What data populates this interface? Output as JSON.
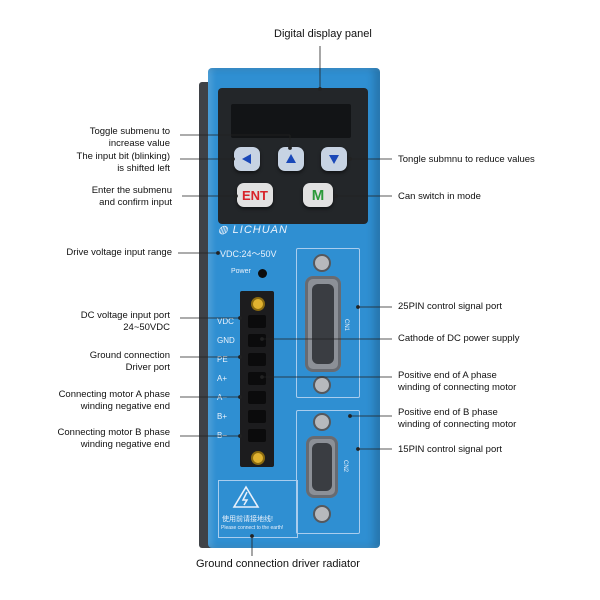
{
  "title": "Digital display panel",
  "device": {
    "brand": "LICHUAN",
    "vdc_label": "VDC:24～50V",
    "power_label": "Power",
    "buttons": {
      "ent": "ENT",
      "m": "M"
    },
    "terminal_labels": [
      "VDC",
      "GND",
      "PE",
      "A+",
      "A−",
      "B+",
      "B−"
    ],
    "cn1": "CN1",
    "cn2": "CN2",
    "warning_cn": "使用前请接地线!",
    "warning_en": "Please connect to the earth!"
  },
  "left_labels": {
    "toggle_increase": "Toggle submenu to\nincrease value",
    "shift_left": "The input bit (blinking)\nis shifted left",
    "enter_submenu": "Enter the submenu\nand confirm input",
    "drive_voltage": "Drive voltage input range",
    "dc_port": "DC voltage input port\n24~50VDC",
    "ground_port": "Ground connection\nDriver port",
    "motor_a_neg": "Connecting motor A phase\nwinding negative end",
    "motor_b_neg": "Connecting motor B phase\nwinding negative end"
  },
  "right_labels": {
    "reduce": "Tongle submnu to reduce values",
    "mode": "Can switch in mode",
    "pin25": "25PIN control signal port",
    "cathode": "Cathode of DC power supply",
    "a_pos": "Positive end of A phase\nwinding of connecting motor",
    "b_pos": "Positive end of B phase\nwinding of connecting motor",
    "pin15": "15PIN control signal port"
  },
  "bottom_label": "Ground connection driver radiator"
}
